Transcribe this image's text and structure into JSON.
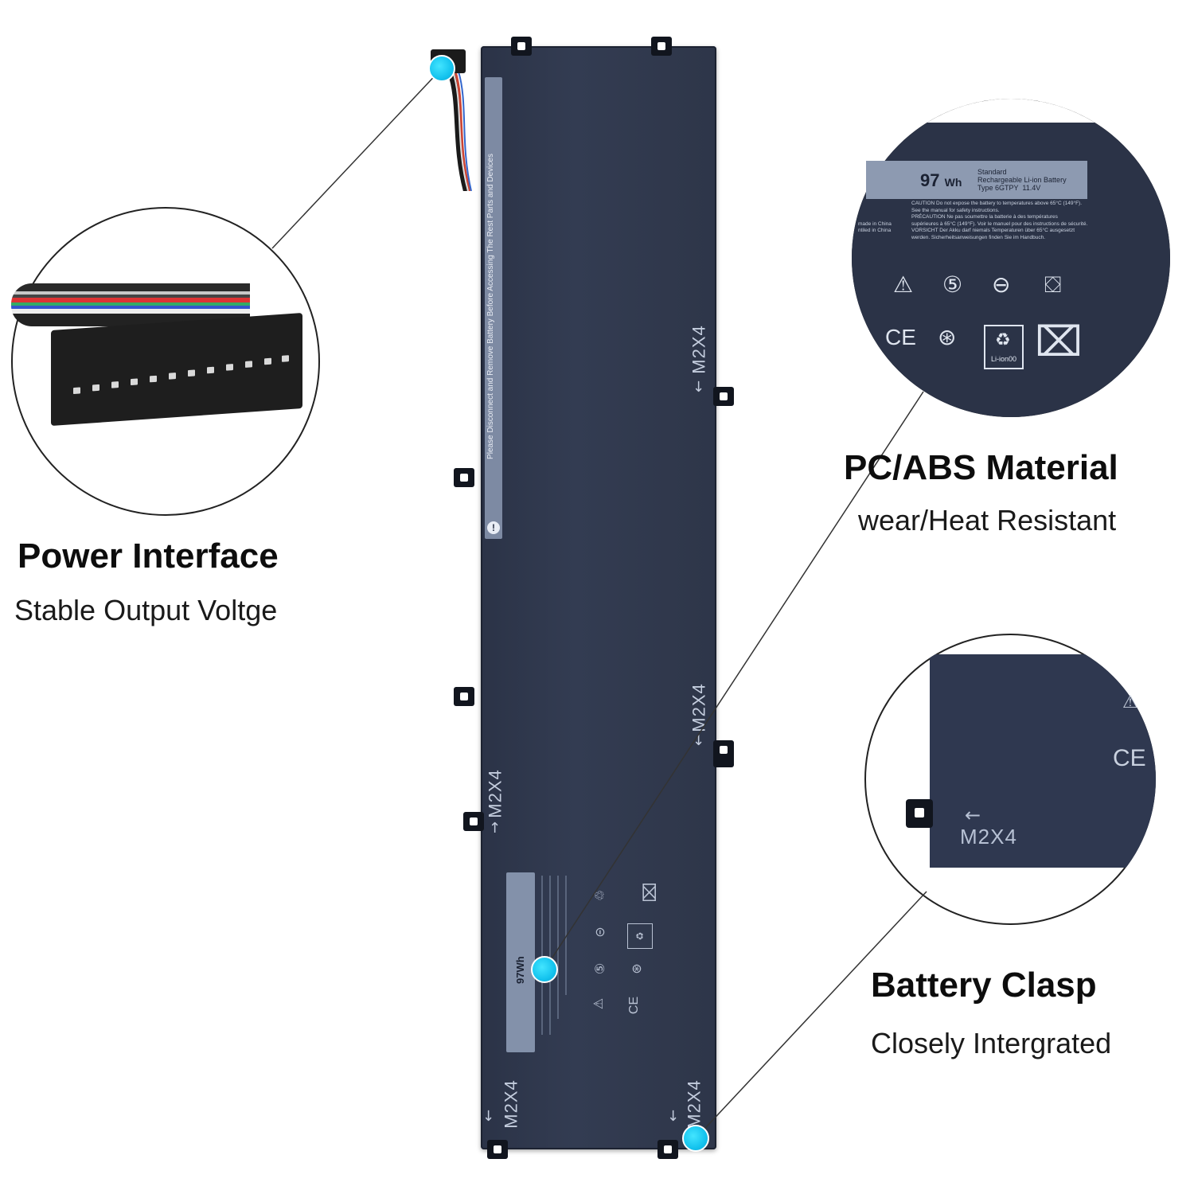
{
  "callouts": {
    "power": {
      "title": "Power Interface",
      "subtitle": "Stable Output Voltge"
    },
    "material": {
      "title": "PC/ABS Material",
      "subtitle": "wear/Heat Resistant"
    },
    "clasp": {
      "title": "Battery Clasp",
      "subtitle": "Closely Intergrated"
    }
  },
  "battery": {
    "warning": "Please Disconnect and Remove Battery Before Accessing The Rest Parts and Devices",
    "info_symbol": "!",
    "screw_label": "M2X4",
    "capacity": "97Wh"
  },
  "label_zoom": {
    "capacity_value": "97",
    "capacity_unit": "Wh",
    "type_lines": "Standard\nRechargeable Li-ion Battery\nType 6GTPY  11.4V",
    "caution": "CAUTION Do not expose the battery to temperatures above 65°C (149°F).\nSee the manual for safety instructions.\nPRÉCAUTION Ne pas soumettre la batterie à des températures\nsupérieures à 65°C (149°F). Voir le manuel pour des instructions de sécurité.\nVORSICHT Der Akku darf niemals Temperaturen über 65°C ausgesetzt\nwerden. Sicherheitsanweisungen finden Sie im Handbuch.",
    "made_in": "made in China\nntiled in China",
    "recycle_text": "Li-ion00",
    "ce_mark": "CE"
  },
  "clasp_zoom": {
    "screw_label": "M2X4",
    "ce_mark": "CE"
  },
  "colors": {
    "marker": "#14c3ee",
    "battery_body": "#2f3850",
    "label_sticker": "#8d9ab1"
  },
  "icons": [
    "warning-icon",
    "recycle-icon",
    "crossed-bin-icon",
    "ce-mark-icon",
    "info-icon",
    "arrow-icon"
  ]
}
